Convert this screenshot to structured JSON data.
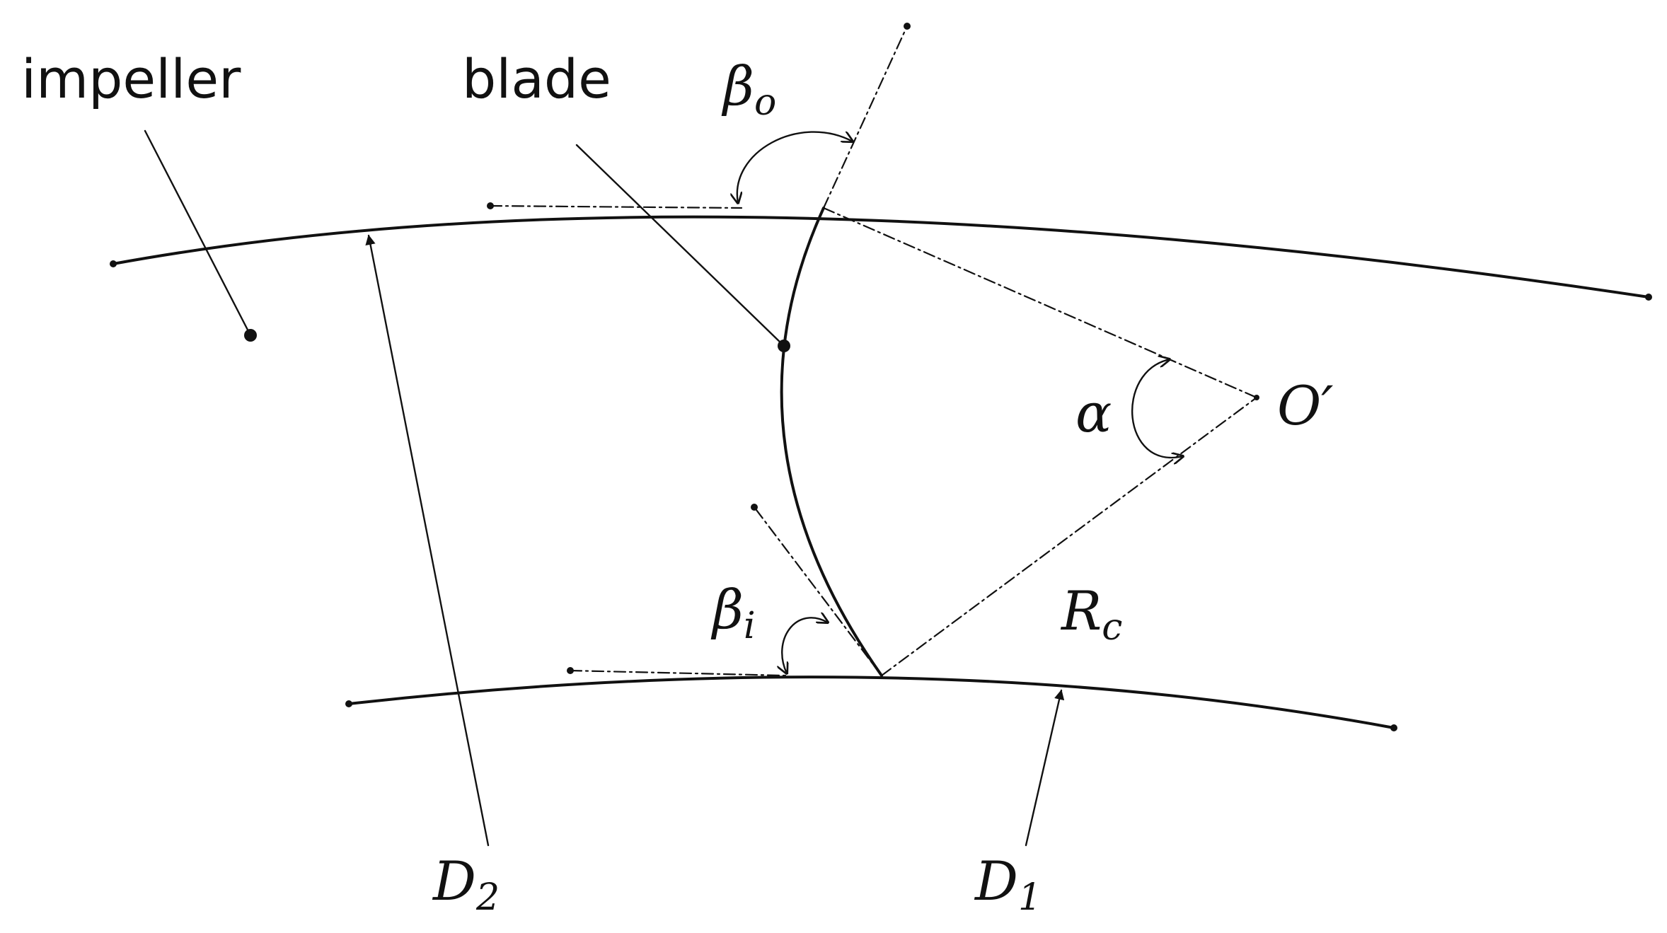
{
  "labels": {
    "impeller": "impeller",
    "blade": "blade",
    "beta_o": {
      "base": "β",
      "sub": "o"
    },
    "beta_i": {
      "base": "β",
      "sub": "i"
    },
    "alpha": "α",
    "center": "O′",
    "radius": {
      "base": "R",
      "sub": "c"
    },
    "outer_diameter": {
      "base": "D",
      "sub": "2"
    },
    "inner_diameter": {
      "base": "D",
      "sub": "1"
    }
  }
}
